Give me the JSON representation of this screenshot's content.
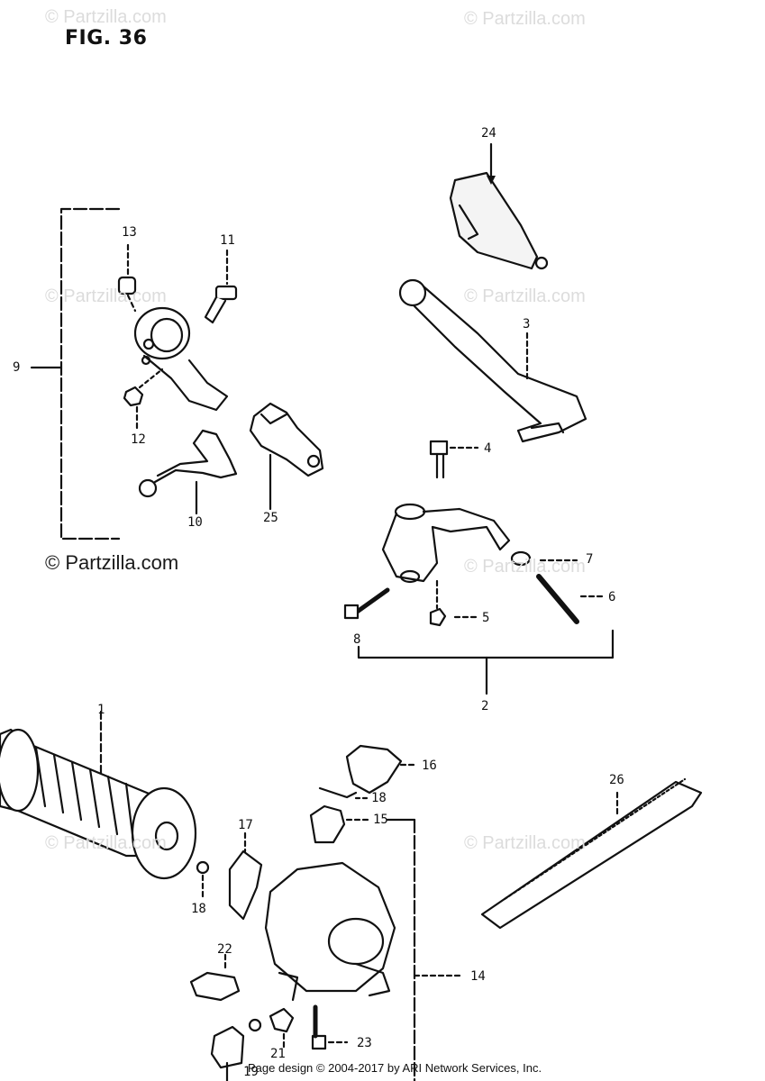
{
  "figure": {
    "title": "FIG. 36"
  },
  "watermarks": [
    "© Partzilla.com",
    "© Partzilla.com",
    "© Partzilla.com",
    "© Partzilla.com",
    "© Partzilla.com",
    "© Partzilla.com",
    "© Partzilla.com"
  ],
  "watermark_main": "© Partzilla.com",
  "callouts": {
    "c24": "24",
    "c13": "13",
    "c11": "11",
    "c9": "9",
    "c3": "3",
    "c12": "12",
    "c4": "4",
    "c10": "10",
    "c25": "25",
    "c7": "7",
    "c6": "6",
    "c5a": "5",
    "c8": "8",
    "c2": "2",
    "c1": "1",
    "c16": "16",
    "c26": "26",
    "c18a": "18",
    "c15": "15",
    "c17": "17",
    "c18b": "18",
    "c22": "22",
    "c14": "14",
    "c23": "23",
    "c21": "21",
    "c19": "19"
  },
  "footer": {
    "text": "Page design © 2004-2017 by ARI Network Services, Inc."
  }
}
